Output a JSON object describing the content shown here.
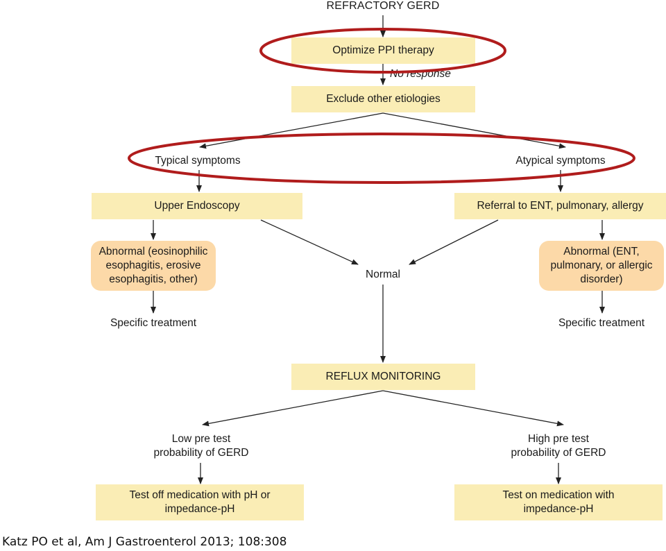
{
  "colors": {
    "box_fill": "#faedb5",
    "abnormal_fill": "#fcd9a8",
    "highlight_ring": "#b01c1c",
    "arrow": "#222222"
  },
  "nodes": {
    "refractory_gerd": "REFRACTORY GERD",
    "optimize_ppi": "Optimize PPI therapy",
    "no_response": "No response",
    "exclude_etiologies": "Exclude other etiologies",
    "typical_symptoms": "Typical symptoms",
    "atypical_symptoms": "Atypical symptoms",
    "upper_endoscopy": "Upper Endoscopy",
    "referral": "Referral to ENT, pulmonary, allergy",
    "abnormal_left": "Abnormal (eosinophilic\nesophagitis, erosive\nesophagitis, other)",
    "abnormal_right": "Abnormal (ENT,\npulmonary, or allergic\ndisorder)",
    "normal": "Normal",
    "specific_treatment_left": "Specific treatment",
    "specific_treatment_right": "Specific treatment",
    "reflux_monitoring": "REFLUX MONITORING",
    "low_pretest": "Low pre test\nprobability of GERD",
    "high_pretest": "High pre test\nprobability of GERD",
    "test_off": "Test off medication with pH or\nimpedance-pH",
    "test_on": "Test on medication with\nimpedance-pH"
  },
  "citation": "Katz PO et al, Am J Gastroenterol 2013; 108:308"
}
